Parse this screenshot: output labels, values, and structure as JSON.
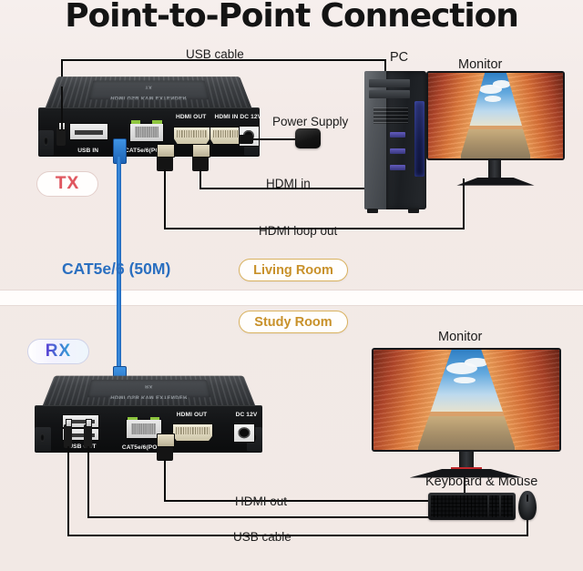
{
  "title": "Point-to-Point Connection",
  "colors": {
    "background": "#f2e9e5",
    "wire": "#0d0d0d",
    "cat_cable": "#2a6fc0",
    "tx_badge_text": "#e0565f",
    "rx_badge_text": "#4a49c8",
    "room_badge_text": "#c8912a",
    "room_badge_border": "#d9b25f"
  },
  "badges": {
    "tx": "TX",
    "rx": "RX",
    "living_room": "Living Room",
    "study_room": "Study Room"
  },
  "cat_cable_label": "CAT5e/6 (50M)",
  "labels": {
    "usb_cable_top": "USB cable",
    "pc": "PC",
    "monitor_top": "Monitor",
    "power_supply": "Power Supply",
    "hdmi_in": "HDMI in",
    "hdmi_loop_out": "HDMI loop out",
    "monitor_bottom": "Monitor",
    "keyboard_mouse": "Keyboard & Mouse",
    "hdmi_out": "HDMI out",
    "usb_cable_bottom": "USB cable"
  },
  "tx_device": {
    "brand": "HDMI USB KVM EXTENDER",
    "side_mark": "TX",
    "ports": [
      {
        "id": "usb-in",
        "label": "USB IN"
      },
      {
        "id": "cat5e",
        "label": "CAT5e/6(POC)"
      },
      {
        "id": "hdmi-out",
        "label": "HDMI OUT"
      },
      {
        "id": "hdmi-in",
        "label": "HDMI IN"
      },
      {
        "id": "dc12v",
        "label": "DC 12V"
      }
    ]
  },
  "rx_device": {
    "brand": "HDMI USB KVM EXTENDER",
    "side_mark": "RX",
    "ports": [
      {
        "id": "usb-out",
        "label": "USB OUT"
      },
      {
        "id": "cat5e",
        "label": "CAT5e/6(POC)"
      },
      {
        "id": "hdmi-out",
        "label": "HDMI OUT"
      },
      {
        "id": "dc12v",
        "label": "DC 12V"
      }
    ]
  }
}
